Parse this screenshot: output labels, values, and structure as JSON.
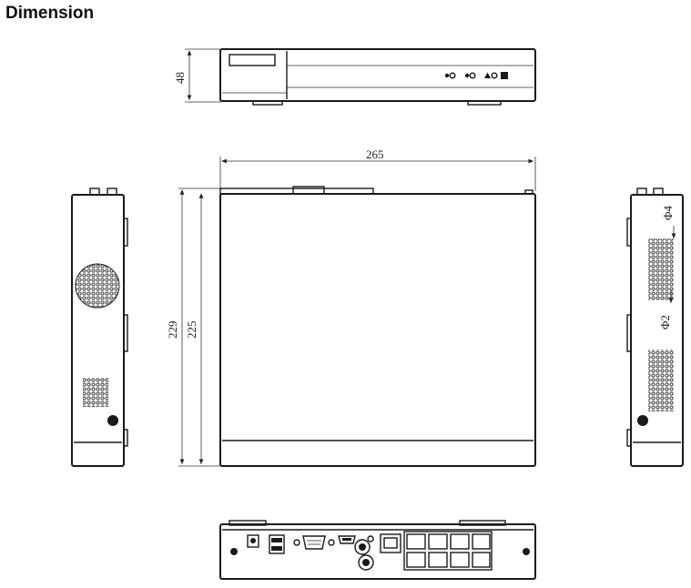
{
  "page": {
    "title": "Dimension"
  },
  "dimensions": {
    "height_label": "48",
    "width_label": "265",
    "depth_outer_label": "229",
    "depth_inner_label": "225",
    "hole_large_label": "Φ4",
    "hole_small_label": "Φ2"
  },
  "views": [
    "front-view",
    "top-view",
    "left-side-view",
    "right-side-view",
    "rear-view"
  ],
  "icons": [
    "led-indicator-icon",
    "vent-grille-icon",
    "ethernet-port-icon",
    "usb-port-icon",
    "vga-port-icon",
    "hdmi-port-icon",
    "audio-jack-icon",
    "power-jack-icon"
  ]
}
